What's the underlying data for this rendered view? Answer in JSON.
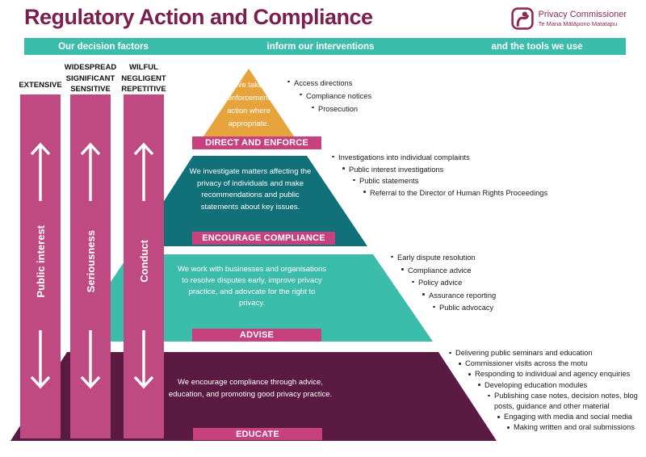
{
  "title": "Regulatory Action and Compliance",
  "logo": {
    "icon": "privacy-commissioner-shield-icon",
    "name": "Privacy Commissioner",
    "maori_name": "Te Mana Mātāpono Matatapu"
  },
  "header": {
    "decision_factors": "Our decision factors",
    "interventions": "inform our interventions",
    "tools": "and the tools we use"
  },
  "factors": [
    {
      "levels": [
        "EXTENSIVE"
      ],
      "label": "Public interest",
      "icons": [
        "up-arrow-icon",
        "down-arrow-icon"
      ]
    },
    {
      "levels": [
        "WIDESPREAD",
        "SIGNIFICANT",
        "SENSITIVE"
      ],
      "label": "Seriousness",
      "icons": [
        "up-arrow-icon",
        "down-arrow-icon"
      ]
    },
    {
      "levels": [
        "WILFUL",
        "NEGLIGENT",
        "REPETITIVE"
      ],
      "label": "Conduct",
      "icons": [
        "up-arrow-icon",
        "down-arrow-icon"
      ]
    }
  ],
  "pyramid": [
    {
      "name": "DIRECT AND ENFORCE",
      "description": [
        "We take",
        "enforcement",
        "action where",
        "appropriate."
      ],
      "tools": [
        "Access directions",
        "Compliance notices",
        "Prosecution"
      ]
    },
    {
      "name": "ENCOURAGE COMPLIANCE",
      "description": [
        "We investigate matters affecting the",
        "privacy of individuals and make",
        "recommendations and public",
        "statements about key issues."
      ],
      "tools": [
        "Investigations into individual complaints",
        "Public interest investigations",
        "Public statements",
        "Referral to the Director of Human Rights Proceedings"
      ]
    },
    {
      "name": "ADVISE",
      "description": [
        "We work with businesses and organisations",
        "to resolve disputes early, improve privacy",
        "practice, and adovcate for the right to",
        "privacy."
      ],
      "tools": [
        "Early dispute resolution",
        "Compliance advice",
        "Policy advice",
        "Assurance reporting",
        "Public advocacy"
      ]
    },
    {
      "name": "EDUCATE",
      "description": [
        "We encourage compliance through advice,",
        "education, and promoting good privacy practice."
      ],
      "tools": [
        "Delivering public seminars and education",
        "Commissioner visits across the motu",
        "Responding to individual and agency enquiries",
        "Developing education modules",
        "Publishing case notes, decision notes, blog posts, guidance and other material",
        "Engaging with media and social media",
        "Making written and oral submissions"
      ]
    }
  ],
  "colors": {
    "teal": "#3cbcab",
    "dark_teal": "#127078",
    "orange": "#e7a43c",
    "band_pink": "#c8417f",
    "bar_pink": "#bf4a81",
    "educate_maroon": "#5b1a42",
    "title_maroon": "#7a2051",
    "logo_maroon": "#8c2a58"
  }
}
